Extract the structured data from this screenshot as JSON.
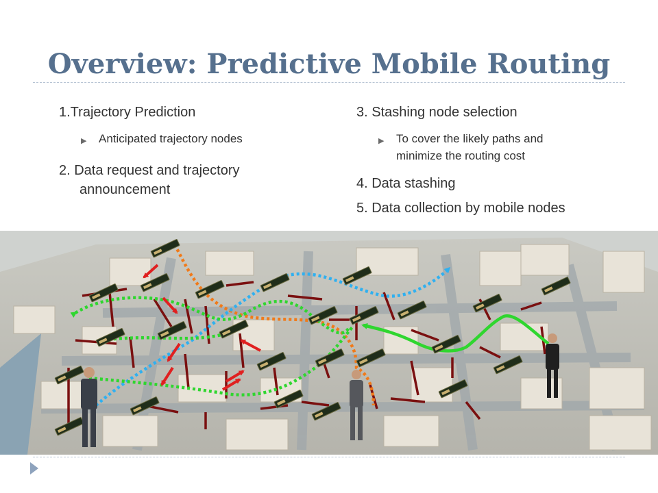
{
  "title": "Overview: Predictive Mobile Routing",
  "left_column": {
    "item1": "1.Trajectory Prediction",
    "item1_sub": "Anticipated trajectory nodes",
    "item2_line1": "2. Data request and trajectory",
    "item2_line2": "announcement"
  },
  "right_column": {
    "item3": "3. Stashing node selection",
    "item3_sub_line1": "To cover the likely paths and",
    "item3_sub_line2": "minimize the routing cost",
    "item4": "4. Data stashing",
    "item5": "5. Data collection by mobile nodes"
  },
  "icons": {
    "bullet": "triangle-right-icon",
    "nav": "triangle-right-icon"
  },
  "colors": {
    "title": "#56708e",
    "text": "#333333",
    "link": "#7a1010",
    "stash_arrow": "#e02020",
    "green_path": "#2fd62f",
    "blue_path": "#2fb0f0",
    "orange_path": "#f07a1a"
  }
}
